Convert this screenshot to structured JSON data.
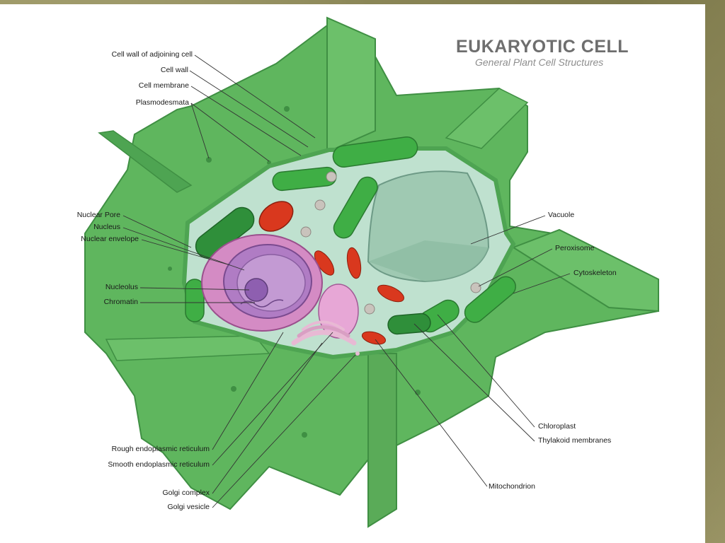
{
  "title": "EUKARYOTIC CELL",
  "subtitle": "General Plant Cell Structures",
  "labels": {
    "cell_wall_adjoining": "Cell wall of adjoining cell",
    "cell_wall": "Cell wall",
    "cell_membrane": "Cell membrane",
    "plasmodesmata": "Plasmodesmata",
    "nuclear_pore": "Nuclear Pore",
    "nucleus": "Nucleus",
    "nuclear_envelope": "Nuclear envelope",
    "nucleolus": "Nucleolus",
    "chromatin": "Chromatin",
    "rough_er": "Rough endoplasmic reticulum",
    "smooth_er": "Smooth endoplasmic reticulum",
    "golgi_complex": "Golgi complex",
    "golgi_vesicle": "Golgi vesicle",
    "vacuole": "Vacuole",
    "peroxisome": "Peroxisome",
    "cytoskeleton": "Cytoskeleton",
    "chloroplast": "Chloroplast",
    "thylakoid": "Thylakoid membranes",
    "mitochondrion": "Mitochondrion"
  },
  "colors": {
    "wall": "#5fb65e",
    "wall_dark": "#3f8f43",
    "cytoplasm": "#bfe1cf",
    "vacuole": "#9fc9b2",
    "chloroplast": "#3fae45",
    "mitochondrion": "#d9381e",
    "nucleus": "#b07cc4",
    "nucleolus": "#8e5fb0",
    "er": "#d48bc4",
    "golgi": "#e8b9d4",
    "peroxisome": "#c9c3bc"
  }
}
